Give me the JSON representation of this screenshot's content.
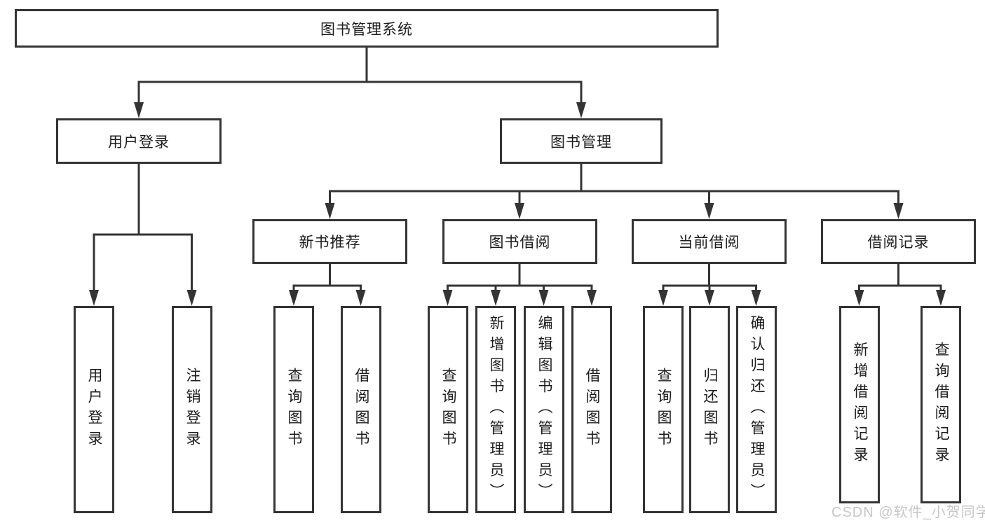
{
  "diagram": {
    "root": {
      "label": "图书管理系统"
    },
    "children": [
      {
        "label": "用户登录",
        "children": [
          {
            "label": "用户登录"
          },
          {
            "label": "注销登录"
          }
        ]
      },
      {
        "label": "图书管理",
        "children": [
          {
            "label": "新书推荐",
            "children": [
              {
                "label": "查询图书"
              },
              {
                "label": "借阅图书"
              }
            ]
          },
          {
            "label": "图书借阅",
            "children": [
              {
                "label": "查询图书"
              },
              {
                "label": "新增图书（管理员）"
              },
              {
                "label": "编辑图书（管理员）"
              },
              {
                "label": "借阅图书"
              }
            ]
          },
          {
            "label": "当前借阅",
            "children": [
              {
                "label": "查询图书"
              },
              {
                "label": "归还图书"
              },
              {
                "label": "确认归还（管理员）"
              }
            ]
          },
          {
            "label": "借阅记录",
            "children": [
              {
                "label": "新增借阅记录"
              },
              {
                "label": "查询借阅记录"
              }
            ]
          }
        ]
      }
    ]
  },
  "watermark": {
    "text": "CSDN @软件_小贺同学",
    "color": "#c7c7c7"
  },
  "colors": {
    "line": "#343434",
    "box_border": "#343434",
    "text": "#1c1c1c",
    "background": "#ffffff"
  }
}
